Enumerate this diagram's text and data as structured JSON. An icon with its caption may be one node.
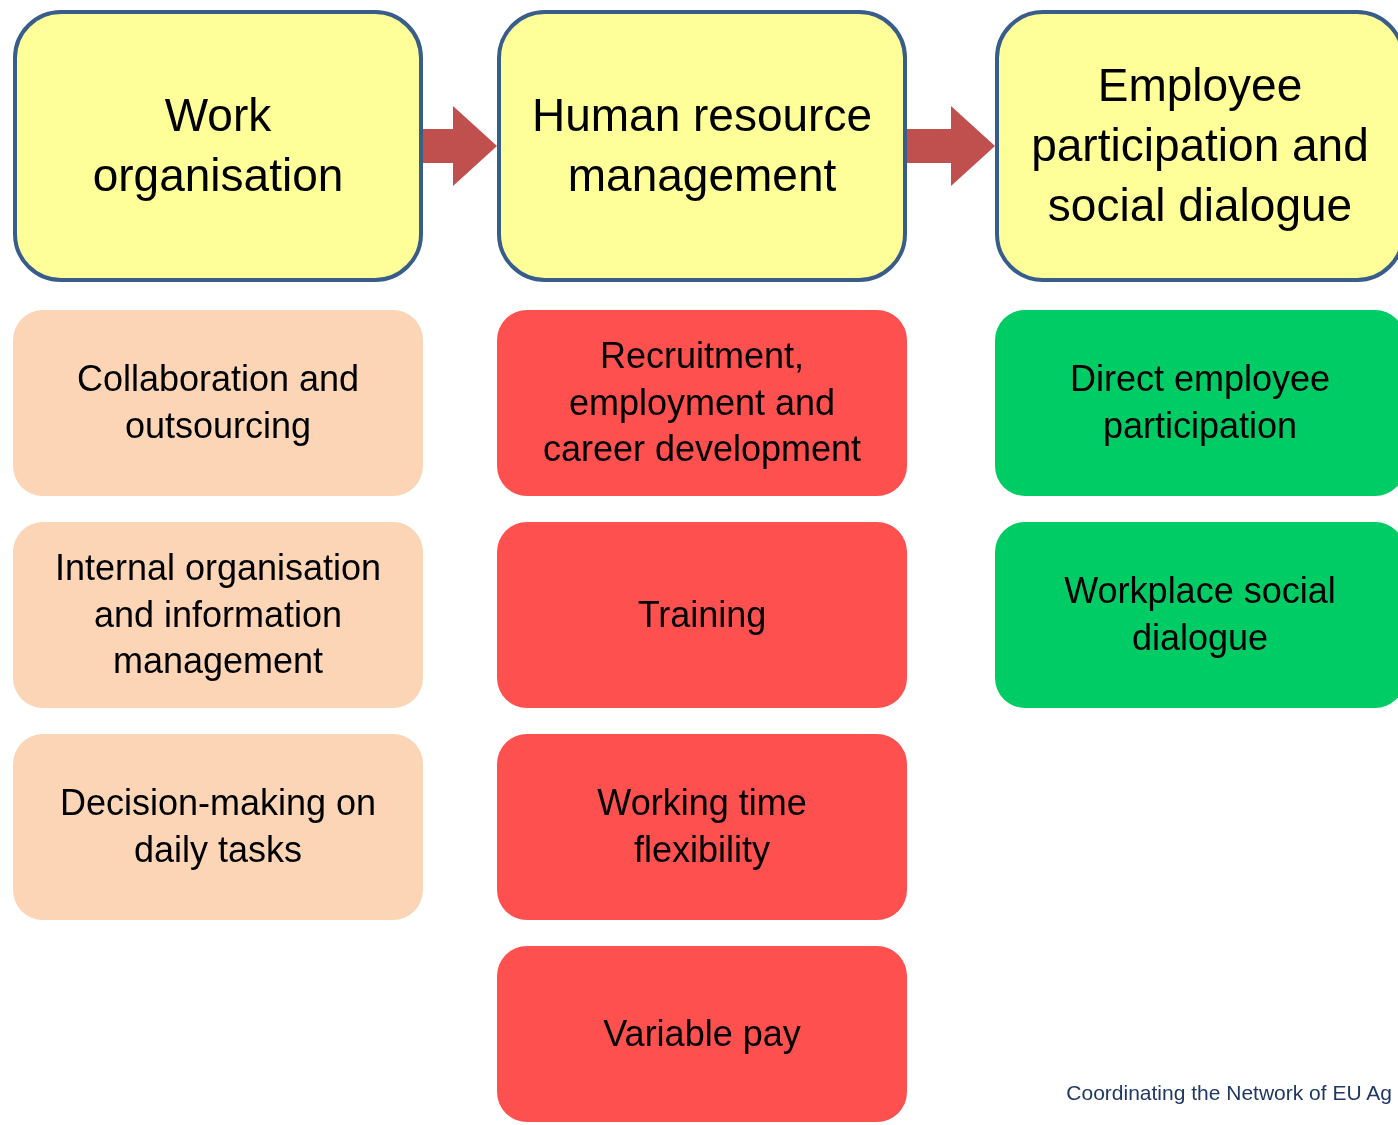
{
  "diagram": {
    "nodes": [
      {
        "text": [
          "Work organisation"
        ]
      },
      {
        "text": [
          "Human resource management"
        ]
      },
      {
        "text": [
          "Employee participation and social dialogue"
        ]
      },
      {
        "text": [
          "Collaboration and outsourcing"
        ]
      },
      {
        "text": [
          "Internal organisation and information management"
        ]
      },
      {
        "text": [
          "Decision-making on daily tasks"
        ]
      },
      {
        "text": [
          "Recruitment, employment and career development"
        ]
      },
      {
        "text": [
          "Training"
        ]
      },
      {
        "text": [
          "Working time flexibility"
        ]
      },
      {
        "text": [
          "Variable pay"
        ]
      },
      {
        "text": [
          "Direct employee participation"
        ]
      },
      {
        "text": [
          "Workplace social dialogue"
        ]
      }
    ],
    "edges": [
      {
        "from": 0,
        "to": 1,
        "arrow": "to"
      },
      {
        "from": 1,
        "to": 2,
        "arrow": "to"
      }
    ],
    "labels": [
      "Coordinating the Network of EU Ag"
    ]
  }
}
